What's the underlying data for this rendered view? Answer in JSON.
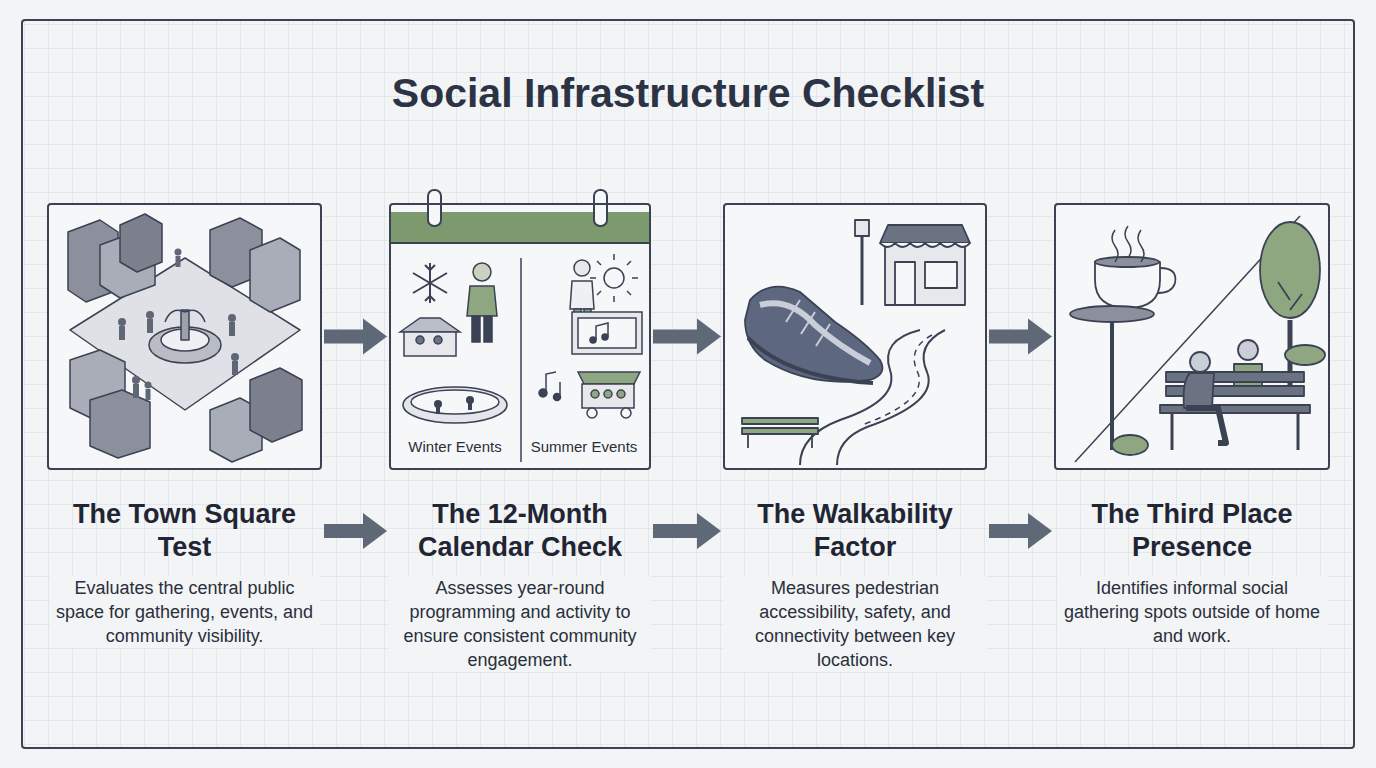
{
  "diagram": {
    "title": "Social Infrastructure Checklist",
    "nodes": [
      {
        "text": [
          "The Town Square Test",
          "Evaluates the central public space for gathering, events, and community visibility."
        ]
      },
      {
        "text": [
          "The 12-Month Calendar Check",
          "Assesses year-round programming and activity to ensure consistent community engagement."
        ]
      },
      {
        "text": [
          "The Walkability Factor",
          "Measures pedestrian accessibility, safety, and connectivity between key locations."
        ]
      },
      {
        "text": [
          "The Third Place Presence",
          "Identifies informal social gathering spots outside of home and work."
        ]
      }
    ],
    "edges": [
      {
        "from": 0,
        "to": 1,
        "arrow": "to"
      },
      {
        "from": 0,
        "to": 1,
        "arrow": "to"
      },
      {
        "from": 1,
        "to": 2,
        "arrow": "to"
      },
      {
        "from": 1,
        "to": 2,
        "arrow": "to"
      },
      {
        "from": 2,
        "to": 3,
        "arrow": "to"
      },
      {
        "from": 2,
        "to": 3,
        "arrow": "to"
      }
    ],
    "labels": [
      "Winter Events",
      "Summer Events"
    ]
  }
}
